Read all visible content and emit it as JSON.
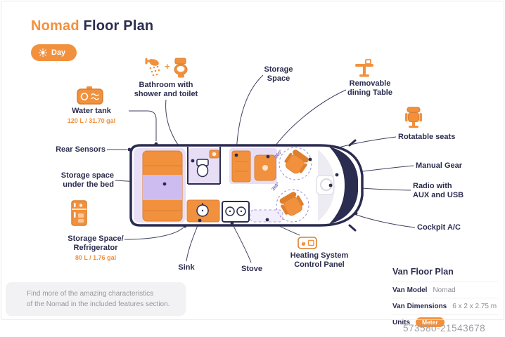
{
  "title": {
    "highlight": "Nomad",
    "rest": " Floor Plan"
  },
  "mode_toggle": {
    "label": "Day",
    "icon": "sun-icon"
  },
  "callouts": {
    "water_tank": {
      "icon": "water-tank-icon",
      "label": "Water tank",
      "sub": "120 L / 31.70 gal"
    },
    "rear_sensors": {
      "label": "Rear Sensors"
    },
    "storage_under_bed": {
      "line1": "Storage space",
      "line2": "under the bed"
    },
    "storage_refrigerator": {
      "icon": "refrigerator-icon",
      "line1": "Storage Space/",
      "line2": "Refrigerator",
      "sub": "80 L / 1.76 gal"
    },
    "bathroom": {
      "icons": [
        "shower-icon",
        "toilet-icon"
      ],
      "separator": "+",
      "line1": "Bathroom with",
      "line2": "shower and toilet"
    },
    "storage_space": {
      "line1": "Storage",
      "line2": "Space"
    },
    "dining_table": {
      "icon": "dining-table-icon",
      "line1": "Removable",
      "line2": "dining Table"
    },
    "rotatable_seats": {
      "icon": "seat-icon",
      "label": "Rotatable seats"
    },
    "manual_gear": {
      "label": "Manual Gear"
    },
    "radio": {
      "line1": "Radio with",
      "line2": "AUX and USB"
    },
    "cockpit_ac": {
      "label": "Cockpit A/C"
    },
    "sink": {
      "label": "Sink"
    },
    "stove": {
      "label": "Stove"
    },
    "heating": {
      "icon": "heating-panel-icon",
      "line1": "Heating System",
      "line2": "Control Panel"
    }
  },
  "van": {
    "rotation_label": "360°"
  },
  "info_panel": {
    "title": "Van Floor Plan",
    "rows": [
      {
        "label": "Van Model",
        "value": "Nomad"
      },
      {
        "label": "Van Dimensions",
        "value": "6 x 2 x 2.75 m"
      },
      {
        "label": "Units",
        "value": "Meter"
      }
    ]
  },
  "note": {
    "line1": "Find more of the amazing characteristics",
    "line2": "of the Nomad in the included features section."
  },
  "watermark": "573580-21543678",
  "colors": {
    "accent": "#F2913D",
    "navy": "#2B2D4F",
    "lavender": "#CDBCEF"
  }
}
